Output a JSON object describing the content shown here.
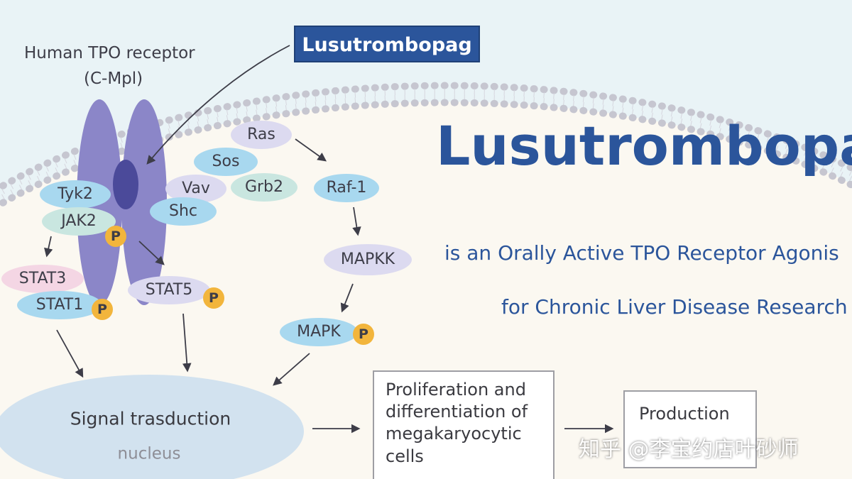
{
  "receptor": {
    "title": "Human TPO receptor",
    "subtitle": "(C-Mpl)"
  },
  "drug_label": "Lusutrombopag",
  "headline": {
    "title": "Lusutrombopag",
    "line1": "is an Orally Active TPO Receptor Agonis",
    "line2": "for Chronic Liver Disease Research"
  },
  "proteins": {
    "tyk2": "Tyk2",
    "jak2": "JAK2",
    "stat3": "STAT3",
    "stat1": "STAT1",
    "stat5": "STAT5",
    "ras": "Ras",
    "sos": "Sos",
    "vav": "Vav",
    "grb2": "Grb2",
    "shc": "Shc",
    "raf1": "Raf-1",
    "mapkk": "MAPKK",
    "mapk": "MAPK"
  },
  "phospho_label": "P",
  "nucleus": {
    "title": "Signal trasduction",
    "subtitle": "nucleus"
  },
  "boxes": {
    "proliferation": "Proliferation and differentiation of megakaryocytic cells",
    "production": "Production"
  },
  "watermark": "知乎 @李宝约店叶砂师",
  "colors": {
    "background": "#e9f3f6",
    "cell": "#fbf8f1",
    "membrane": "#c4c4ce",
    "receptor": "#8b86c8",
    "accent_blue": "#2b559b",
    "phospho": "#f2b53c"
  }
}
